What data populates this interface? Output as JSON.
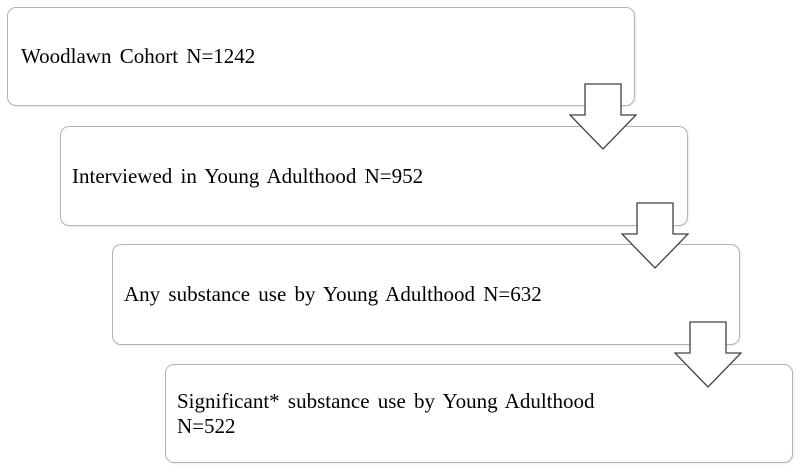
{
  "flowchart": {
    "steps": [
      {
        "label": "Woodlawn  Cohort N=1242"
      },
      {
        "label": "Interviewed in Young Adulthood  N=952"
      },
      {
        "label": "Any  substance  use by Young Adulthood N=632"
      },
      {
        "label": "Significant*  substance  use by Young Adulthood  N=522"
      }
    ],
    "arrow_icon": "down-arrow-icon",
    "colors": {
      "box_border": "#b3b3b3",
      "arrow_stroke": "#404040",
      "text": "#000000"
    }
  }
}
